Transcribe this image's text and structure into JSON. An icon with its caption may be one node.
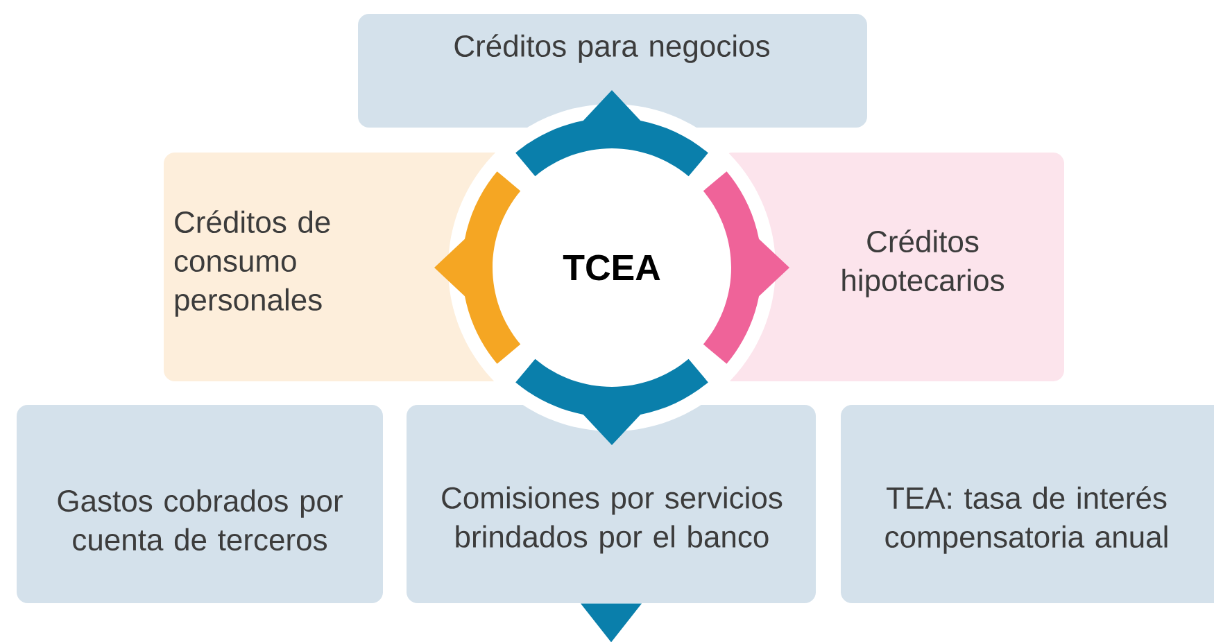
{
  "diagram": {
    "nodes": [
      {
        "text": [
          "Créditos para negocios"
        ]
      },
      {
        "text": [
          "Créditos de consumo personales"
        ]
      },
      {
        "text": [
          "TCEA"
        ]
      },
      {
        "text": [
          "Créditos hipotecarios"
        ]
      },
      {
        "text": [
          "Gastos cobrados por cuenta de terceros"
        ]
      },
      {
        "text": [
          "Comisiones por servicios brindados por el banco"
        ]
      },
      {
        "text": [
          "TEA: tasa de interés compensatoria anual"
        ]
      }
    ],
    "edges": [
      {
        "from": 2,
        "to": 0,
        "arrow": "to"
      },
      {
        "from": 2,
        "to": 1,
        "arrow": "to",
        "color": "#f5a623"
      },
      {
        "from": 2,
        "to": 3,
        "arrow": "to",
        "color": "#ef6399"
      },
      {
        "from": 2,
        "to": 5,
        "arrow": "to"
      },
      {
        "from": 5,
        "to": null,
        "arrow": "to"
      }
    ]
  }
}
